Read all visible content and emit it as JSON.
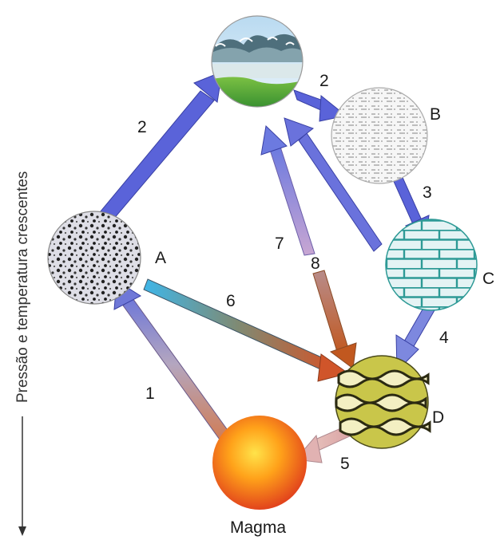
{
  "side_label": "Pressão e temperatura crescentes",
  "nodes": {
    "A": "A",
    "B": "B",
    "C": "C",
    "D": "D",
    "magma": "Magma"
  },
  "arrows": {
    "a1": "1",
    "a2_left": "2",
    "a2_right": "2",
    "a3": "3",
    "a4": "4",
    "a5": "5",
    "a6": "6",
    "a7": "7",
    "a8": "8"
  }
}
